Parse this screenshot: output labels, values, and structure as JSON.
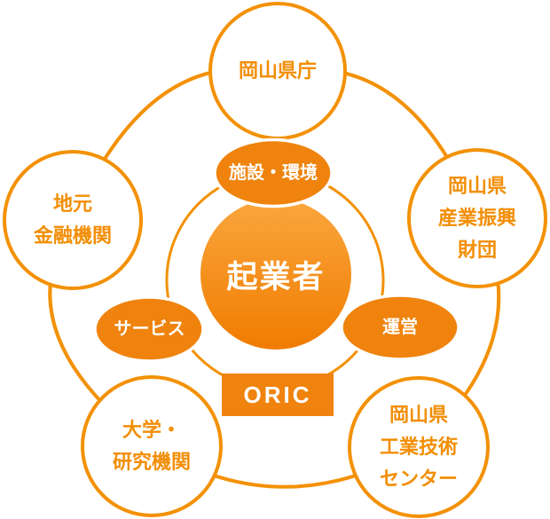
{
  "colors": {
    "line": "#F39104",
    "fill": "#EF830D",
    "white": "#FFFFFF",
    "text_orange": "#F28E05",
    "gradient_top": "#FAA63E",
    "gradient_bottom": "#F07C00"
  },
  "diagram": {
    "center": {
      "label": "起業者"
    },
    "nodes": [
      {
        "id": "prefectural-office",
        "label": "岡山県庁"
      },
      {
        "id": "local-financial-institutions",
        "label": "地元\n金融機関"
      },
      {
        "id": "industry-promotion-foundation",
        "label": "岡山県\n産業振興\n財団"
      },
      {
        "id": "universities-research",
        "label": "大学・\n研究機関"
      },
      {
        "id": "industrial-technology-center",
        "label": "岡山県\n工業技術\nセンター"
      }
    ],
    "tags": [
      {
        "id": "facility-environment",
        "label": "施設・環境"
      },
      {
        "id": "service",
        "label": "サービス"
      },
      {
        "id": "operation",
        "label": "運営"
      }
    ],
    "oric": {
      "label": "ORIC"
    }
  }
}
